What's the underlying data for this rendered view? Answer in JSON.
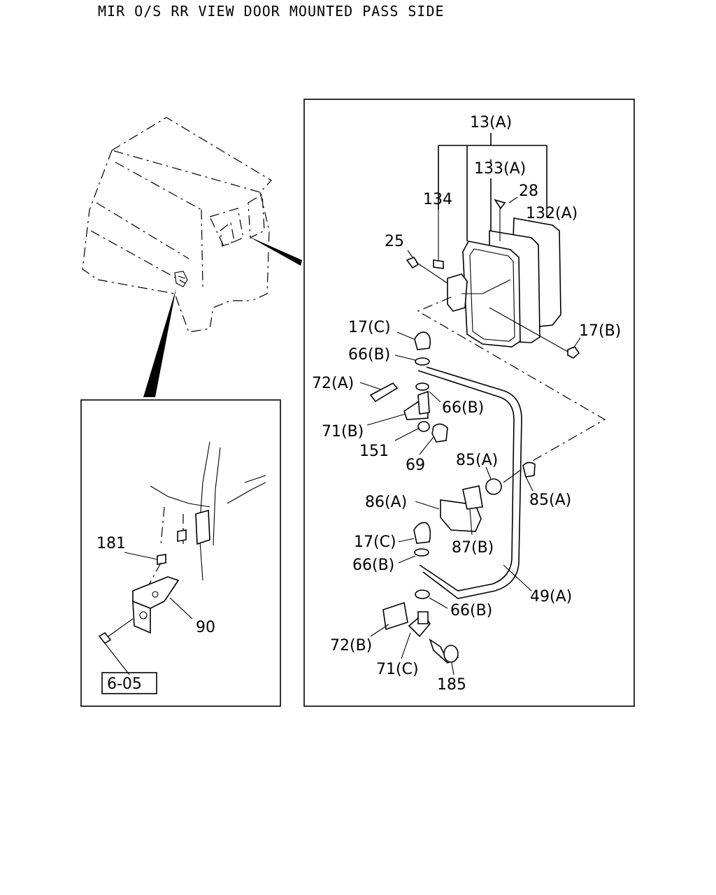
{
  "title": "MIR O/S RR VIEW DOOR MOUNTED PASS SIDE",
  "labels": {
    "l13a": "13(A)",
    "l133a": "133(A)",
    "l28": "28",
    "l134": "134",
    "l132a": "132(A)",
    "l25": "25",
    "l17c_top": "17(C)",
    "l17b": "17(B)",
    "l66b_1": "66(B)",
    "l72a": "72(A)",
    "l66b_2": "66(B)",
    "l71b": "71(B)",
    "l151": "151",
    "l69": "69",
    "l85a_1": "85(A)",
    "l85a_2": "85(A)",
    "l86a": "86(A)",
    "l17c_bot": "17(C)",
    "l87b": "87(B)",
    "l66b_3": "66(B)",
    "l49a": "49(A)",
    "l66b_4": "66(B)",
    "l72b": "72(B)",
    "l71c": "71(C)",
    "l185": "185",
    "l181": "181",
    "l90": "90",
    "l605": "6-05"
  }
}
